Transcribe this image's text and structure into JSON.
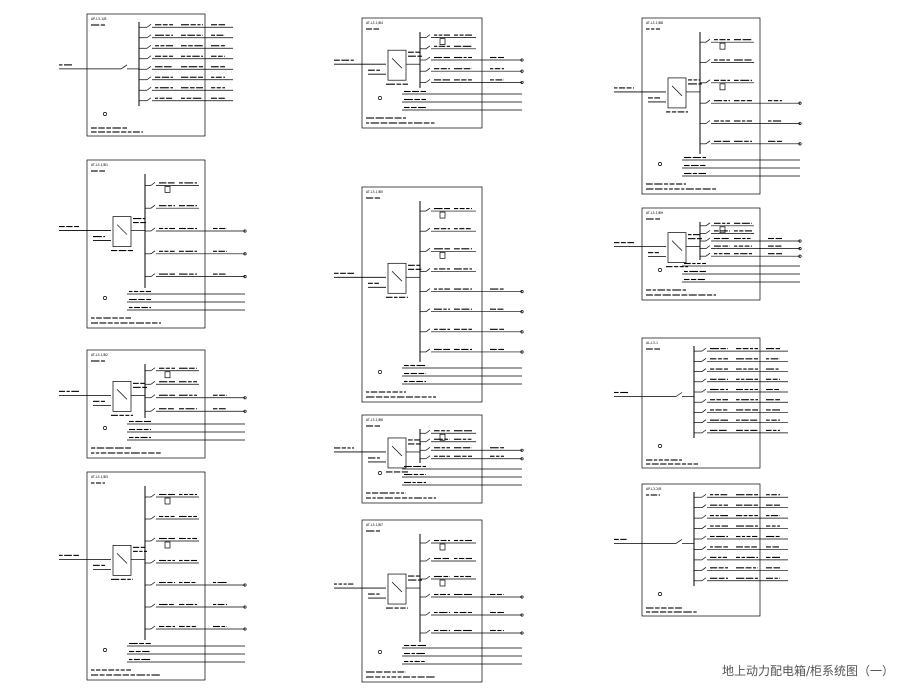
{
  "sheet": {
    "caption": "地上动力配电箱/柜系统图（一）",
    "panels": [
      {
        "id": "p1",
        "kind": "distribution",
        "title": "AP-L3-1/B",
        "circuits": 8
      },
      {
        "id": "p2",
        "kind": "ats",
        "title": "AT-L3-1/B1",
        "upper": 2,
        "lower": 3
      },
      {
        "id": "p3",
        "kind": "ats",
        "title": "AT-L3-1/B2",
        "upper": 2,
        "lower": 2
      },
      {
        "id": "p4",
        "kind": "ats",
        "title": "AT-L3-1/B3",
        "upper": 4,
        "lower": 3
      },
      {
        "id": "p5",
        "kind": "ats",
        "title": "AT-L3-1/B4",
        "upper": 2,
        "lower": 3
      },
      {
        "id": "p6",
        "kind": "ats",
        "title": "AT-L3-1/B5",
        "upper": 4,
        "lower": 4
      },
      {
        "id": "p7",
        "kind": "ats",
        "title": "AT-L3-1/B6",
        "upper": 2,
        "lower": 2
      },
      {
        "id": "p8",
        "kind": "ats",
        "title": "AT-L3-1/B7",
        "upper": 3,
        "lower": 3
      },
      {
        "id": "p9",
        "kind": "ats",
        "title": "AT-L3-1/B8",
        "upper": 3,
        "lower": 3
      },
      {
        "id": "p10",
        "kind": "ats",
        "title": "AT-L3-1/B9",
        "upper": 2,
        "lower": 3
      },
      {
        "id": "p11",
        "kind": "distribution",
        "title": "AL-L3-1",
        "circuits": 9
      },
      {
        "id": "p12",
        "kind": "distribution",
        "title": "AP-L3-2/B",
        "circuits": 9
      }
    ]
  }
}
